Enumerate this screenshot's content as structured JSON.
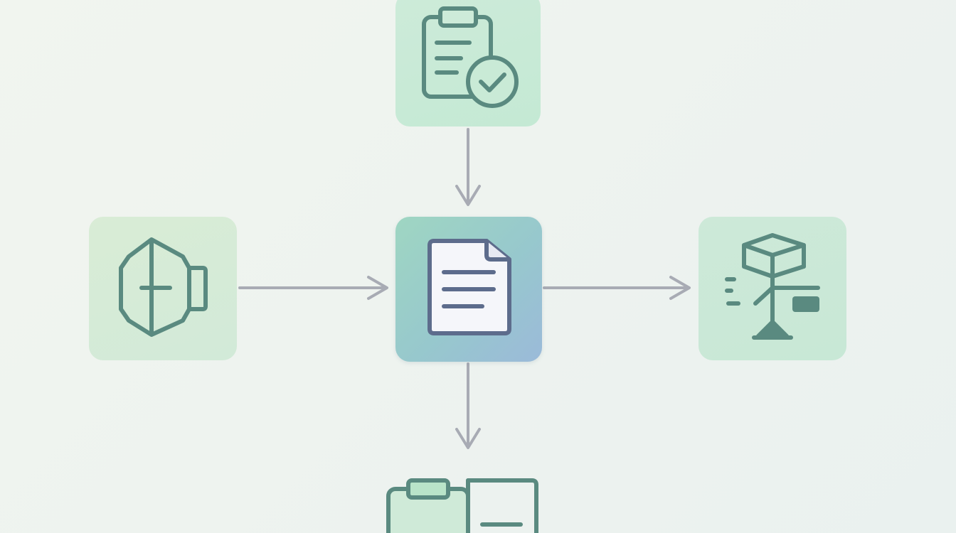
{
  "diagram": {
    "nodes": [
      {
        "id": "top",
        "icon": "clipboard-check-icon"
      },
      {
        "id": "left",
        "icon": "shield-mug-icon"
      },
      {
        "id": "center",
        "icon": "document-icon"
      },
      {
        "id": "right",
        "icon": "workflow-tree-icon"
      },
      {
        "id": "bottom",
        "icon": "clipboard-document-icon"
      }
    ],
    "edges": [
      {
        "from": "top",
        "to": "center"
      },
      {
        "from": "left",
        "to": "center"
      },
      {
        "from": "center",
        "to": "right"
      },
      {
        "from": "center",
        "to": "bottom"
      }
    ],
    "colors": {
      "icon_stroke": "#5a8a80",
      "connector": "#a8abb4",
      "center_doc_stroke": "#5d6c8c",
      "center_doc_fill": "#f5f6fa"
    }
  }
}
